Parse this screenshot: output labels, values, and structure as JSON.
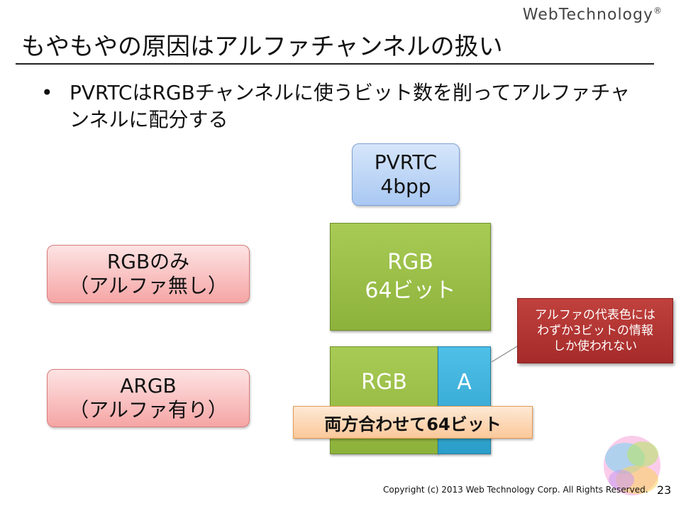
{
  "header": {
    "logo_main": "WebTechnology",
    "logo_mark": "®"
  },
  "slide": {
    "title": "もやもやの原因はアルファチャンネルの扱い",
    "bullets": [
      "PVRTCはRGBチャンネルに使うビット数を削ってアルファチャンネルに配分する"
    ]
  },
  "diagram": {
    "format_box": {
      "line1": "PVRTC",
      "line2": "4bpp"
    },
    "labels": [
      {
        "line1": "RGBのみ",
        "line2": "（アルファ無し）"
      },
      {
        "line1": "ARGB",
        "line2": "（アルファ有り）"
      }
    ],
    "rgb_only_block": {
      "line1": "RGB",
      "line2": "64ビット"
    },
    "argb_rgb_part": "RGB",
    "argb_alpha_part": "A",
    "total_bar": "両方合わせて64ビット",
    "callout": {
      "line1": "アルファの代表色には",
      "line2": "わずか3ビットの情報",
      "line3": "しか使われない"
    }
  },
  "footer": {
    "copyright": "Copyright (c) 2013 Web Technology Corp. All Rights Reserved.",
    "page_number": "23"
  },
  "colors": {
    "pvrtc_box": "#a9c8f2",
    "label_pink": "#f6a5a5",
    "rgb_green": "#8db23b",
    "alpha_blue": "#2a9ec8",
    "total_orange": "#fbc89a",
    "callout_red": "#a52b2a"
  }
}
